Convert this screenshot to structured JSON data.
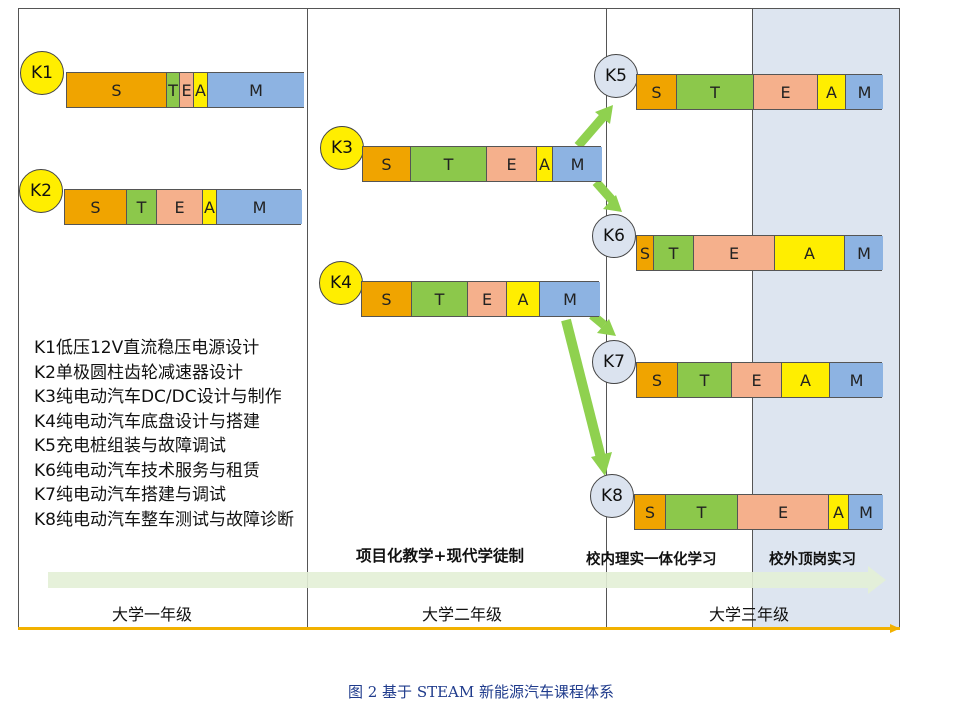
{
  "colors": {
    "S": "#f0a400",
    "T": "#8cc84b",
    "E": "#f5b08c",
    "A": "#ffee00",
    "M": "#8db3e2",
    "arrow": "#8fd14f",
    "axis": "#f2b100",
    "shade": "#dde5f0"
  },
  "nodes": [
    {
      "id": "K1",
      "style": "yellow",
      "segments": [
        "S",
        "T",
        "E",
        "A",
        "M"
      ]
    },
    {
      "id": "K2",
      "style": "yellow",
      "segments": [
        "S",
        "T",
        "E",
        "A",
        "M"
      ]
    },
    {
      "id": "K3",
      "style": "yellow",
      "segments": [
        "S",
        "T",
        "E",
        "A",
        "M"
      ]
    },
    {
      "id": "K4",
      "style": "yellow",
      "segments": [
        "S",
        "T",
        "E",
        "A",
        "M"
      ]
    },
    {
      "id": "K5",
      "style": "blue",
      "segments": [
        "S",
        "T",
        "E",
        "A",
        "M"
      ]
    },
    {
      "id": "K6",
      "style": "blue",
      "segments": [
        "S",
        "T",
        "E",
        "A",
        "M"
      ]
    },
    {
      "id": "K7",
      "style": "blue",
      "segments": [
        "S",
        "T",
        "E",
        "A",
        "M"
      ]
    },
    {
      "id": "K8",
      "style": "blue",
      "segments": [
        "S",
        "T",
        "E",
        "A",
        "M"
      ]
    }
  ],
  "legend": [
    "K1低压12V直流稳压电源设计",
    "K2单极圆柱齿轮减速器设计",
    "K3纯电动汽车DC/DC设计与制作",
    "K4纯电动汽车底盘设计与搭建",
    "K5充电桩组装与故障调试",
    "K6纯电动汽车技术服务与租赁",
    "K7纯电动汽车搭建与调试",
    "K8纯电动汽车整车测试与故障诊断"
  ],
  "phases": {
    "project": "项目化教学+现代学徒制",
    "school": "校内理实一体化学习",
    "external": "校外顶岗实习"
  },
  "years": [
    "大学一年级",
    "大学二年级",
    "大学三年级"
  ],
  "caption": "图 2 基于 STEAM 新能源汽车课程体系"
}
